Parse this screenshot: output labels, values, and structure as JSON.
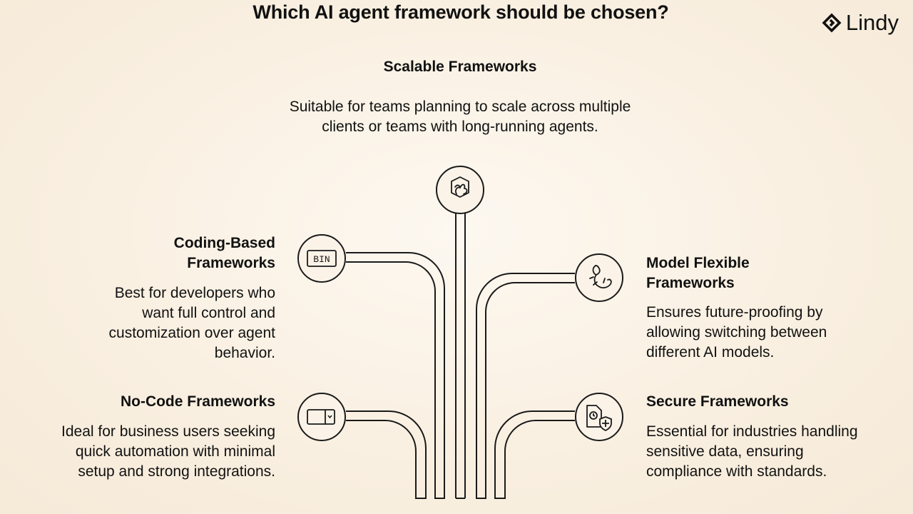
{
  "title": "Which AI agent framework should be chosen?",
  "brand": {
    "name": "Lindy",
    "icon": "diamond-chevron-logo"
  },
  "sections": {
    "scalable": {
      "heading": "Scalable Frameworks",
      "desc_line1": "Suitable for teams planning to scale across multiple",
      "desc_line2": "clients or teams with long-running agents.",
      "icon": "octopus-icon"
    },
    "coding": {
      "heading_line1": "Coding-Based",
      "heading_line2": "Frameworks",
      "desc_line1": "Best for developers who",
      "desc_line2": "want full control and",
      "desc_line3": "customization over agent",
      "desc_line4": "behavior.",
      "icon_label": "BIN",
      "icon": "binary-icon"
    },
    "nocode": {
      "heading": "No-Code Frameworks",
      "desc_line1": "Ideal for business users seeking",
      "desc_line2": "quick automation with minimal",
      "desc_line3": "setup and strong integrations.",
      "icon": "dropdown-select-icon"
    },
    "model": {
      "heading_line1": "Model Flexible",
      "heading_line2": "Frameworks",
      "desc_line1": "Ensures future-proofing by",
      "desc_line2": "allowing switching between",
      "desc_line3": "different AI models.",
      "icon": "salamander-icon"
    },
    "secure": {
      "heading": "Secure Frameworks",
      "desc_line1": "Essential for industries handling",
      "desc_line2": "sensitive data, ensuring",
      "desc_line3": "compliance with standards.",
      "icon": "secure-document-icon"
    }
  },
  "colors": {
    "line": "#1a1a1a",
    "background": "#f9efe0",
    "circle_fill": "#fbf3e8"
  }
}
